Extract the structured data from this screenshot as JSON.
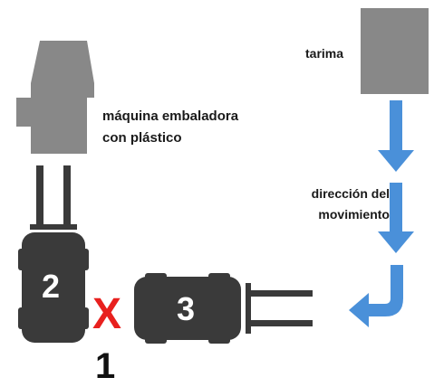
{
  "labels": {
    "pallet": "tarima",
    "machine_line1": "máquina embaladora",
    "machine_line2": "con plástico",
    "direction_line1": "dirección del",
    "direction_line2": "movimiento"
  },
  "forklifts": {
    "forklift_a_number": "2",
    "forklift_b_number": "3"
  },
  "marker": {
    "x_symbol": "X",
    "position_number": "1"
  },
  "colors": {
    "machine_gray": "#888888",
    "pallet_gray": "#888888",
    "forklift_dark": "#3a3a3a",
    "arrow_blue": "#4a90d9",
    "x_red": "#e8201e"
  }
}
